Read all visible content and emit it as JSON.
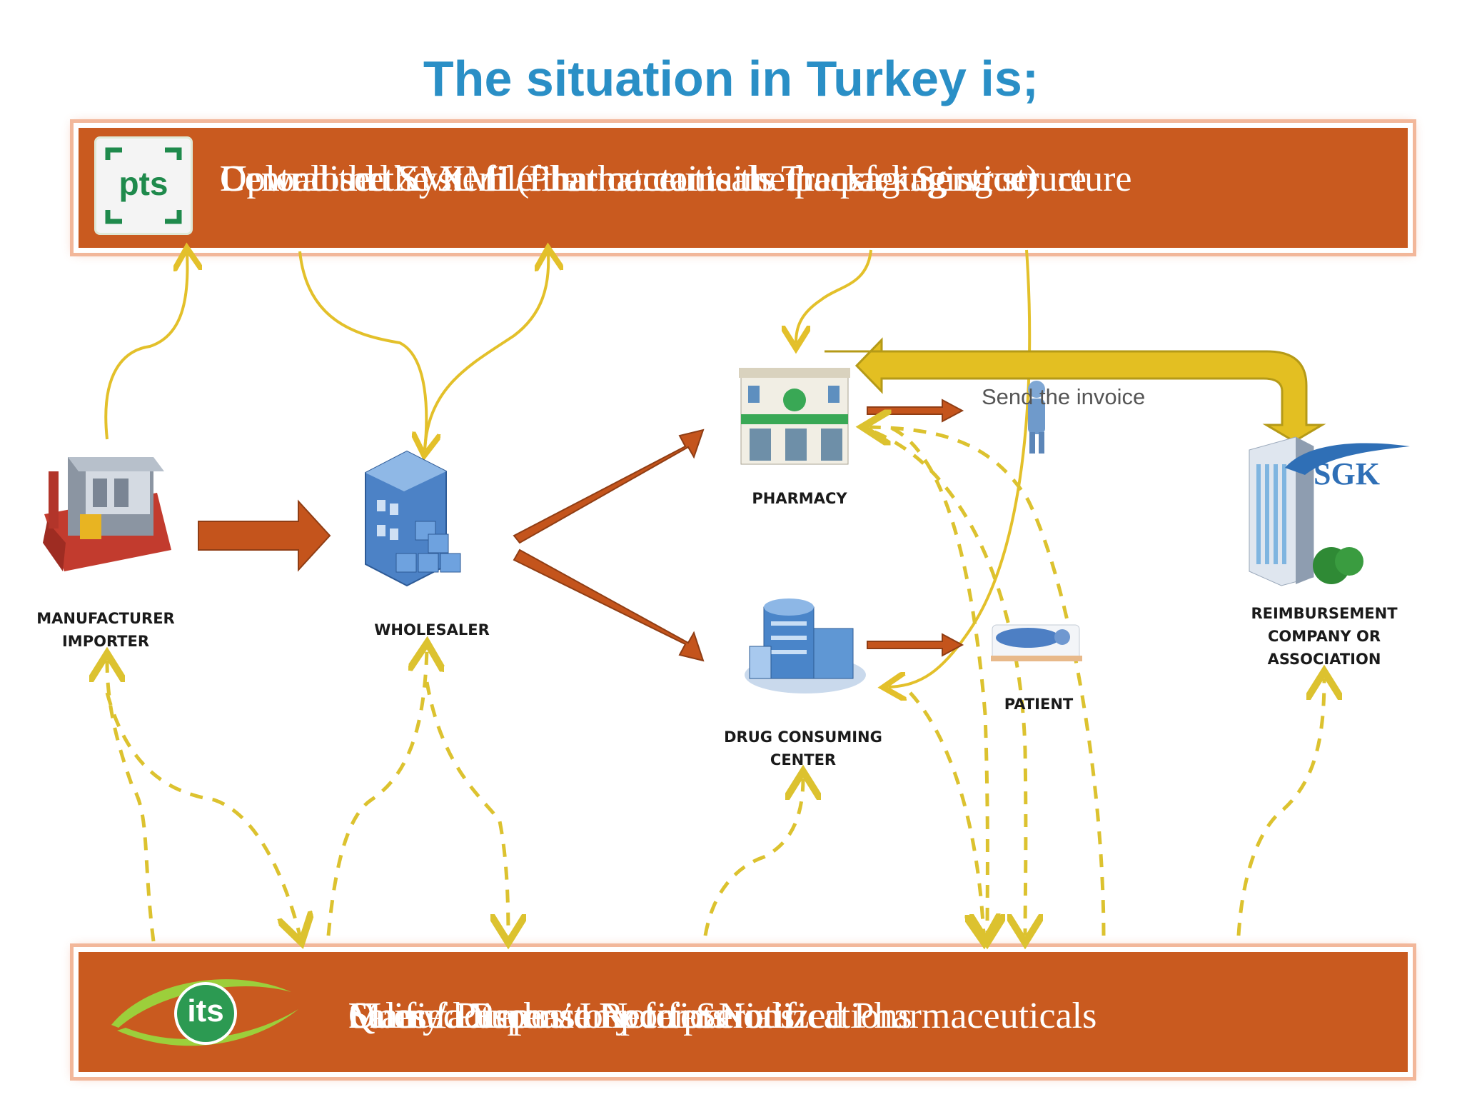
{
  "title": "The situation in Turkey is;",
  "pts_band": {
    "logo_text": "pts",
    "overlapping_texts": [
      "Upload the XML file that contains the packaging structure",
      "Download the XML file that contains the packaging structure",
      "Centralised System (Pharmaceuticals Transfer Service)"
    ]
  },
  "its_band": {
    "logo_text": "its",
    "overlapping_texts": [
      "Unified Repository for Serialized Pharmaceuticals",
      "Sales / Purchase Receipts",
      "Sales / Dispense Notifications",
      "Manufacturer / Importer Notifications",
      "Query"
    ]
  },
  "nodes": {
    "manufacturer": [
      "MANUFACTURER",
      "IMPORTER"
    ],
    "wholesaler": [
      "WHOLESALER"
    ],
    "pharmacy": [
      "PHARMACY"
    ],
    "drug_center": [
      "DRUG CONSUMING",
      "CENTER"
    ],
    "patient": [
      "PATIENT"
    ],
    "reimbursement": [
      "REIMBURSEMENT",
      "COMPANY OR",
      "ASSOCIATION"
    ]
  },
  "sgk_text": "SGK",
  "send_invoice": "Send the invoice",
  "colors": {
    "title": "#2a8fc6",
    "band": "#c95a1f",
    "arrow_orange": "#c4541c",
    "arrow_yellow": "#e3c02a",
    "dashed": "#dcc22f"
  }
}
